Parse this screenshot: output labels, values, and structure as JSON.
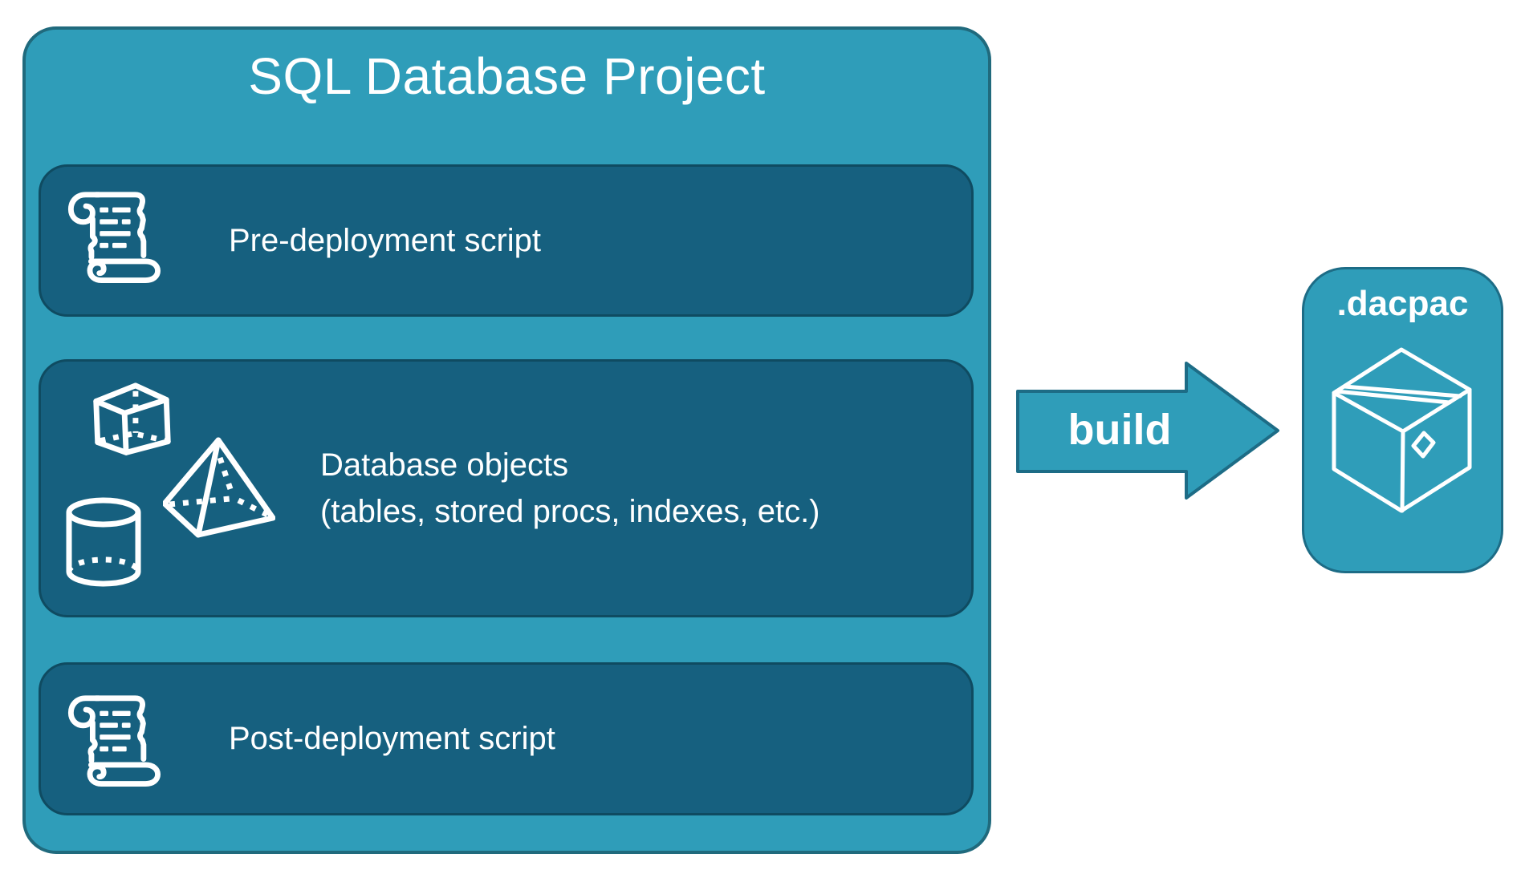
{
  "project": {
    "title": "SQL Database Project",
    "items": [
      {
        "label": "Pre-deployment script",
        "icon": "scroll-icon"
      },
      {
        "label": "Database objects",
        "sublabel": "(tables, stored procs, indexes, etc.)",
        "icons": [
          "cube-icon",
          "pyramid-icon",
          "cylinder-icon"
        ]
      },
      {
        "label": "Post-deployment script",
        "icon": "scroll-icon"
      }
    ]
  },
  "arrow": {
    "label": "build"
  },
  "artifact": {
    "label": ".dacpac",
    "icon": "package-icon"
  },
  "colors": {
    "background": "#FFFFFF",
    "container_fill": "#2F9DB9",
    "container_border": "#206A7D",
    "item_fill": "#16607F",
    "item_border": "#0F4B61",
    "arrow_fill": "#2F9DB9",
    "arrow_border": "#1D6C86",
    "text": "#FFFFFF"
  }
}
